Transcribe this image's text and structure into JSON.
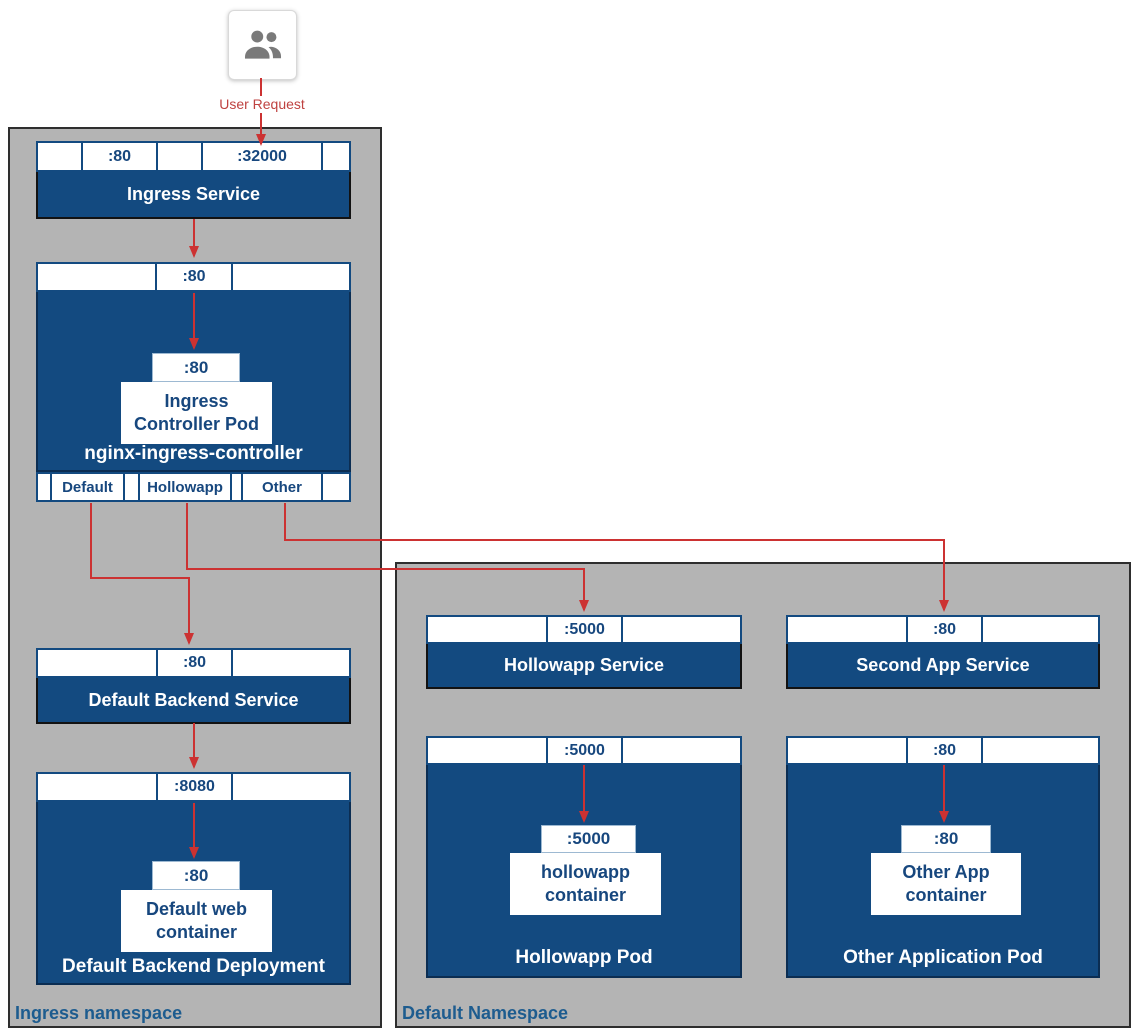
{
  "colors": {
    "navy": "#134a80",
    "container_gray": "#b4b4b4",
    "arrow_red": "#cc3232",
    "label_red": "#bf4240",
    "port_text_blue": "#17477e",
    "namespace_label_blue": "#1d5c8f"
  },
  "user_request": {
    "icon": "users-icon",
    "label": "User Request"
  },
  "ingress_namespace": {
    "label": "Ingress namespace",
    "ingress_service": {
      "title": "Ingress Service",
      "ports": [
        "",
        ":80",
        "",
        ":32000",
        ""
      ]
    },
    "nginx_ingress_controller": {
      "title": "nginx-ingress-controller",
      "ports": [
        "",
        ":80",
        ""
      ],
      "pod_port": ":80",
      "pod_name": "Ingress Controller Pod",
      "routes": [
        "",
        "Default",
        "",
        "Hollowapp",
        "",
        "Other",
        ""
      ]
    },
    "default_backend_service": {
      "title": "Default Backend Service",
      "ports": [
        "",
        ":80",
        ""
      ]
    },
    "default_backend_deployment": {
      "title": "Default Backend Deployment",
      "ports": [
        "",
        ":8080",
        ""
      ],
      "pod_port": ":80",
      "pod_name": "Default web container"
    }
  },
  "default_namespace": {
    "label": "Default Namespace",
    "hollowapp_service": {
      "title": "Hollowapp Service",
      "ports": [
        "",
        ":5000",
        ""
      ]
    },
    "hollowapp_pod": {
      "title": "Hollowapp Pod",
      "ports": [
        "",
        ":5000",
        ""
      ],
      "pod_port": ":5000",
      "pod_name": "hollowapp container"
    },
    "second_app_service": {
      "title": "Second App Service",
      "ports": [
        "",
        ":80",
        ""
      ]
    },
    "other_application_pod": {
      "title": "Other Application Pod",
      "ports": [
        "",
        ":80",
        ""
      ],
      "pod_port": ":80",
      "pod_name": "Other App container"
    }
  }
}
